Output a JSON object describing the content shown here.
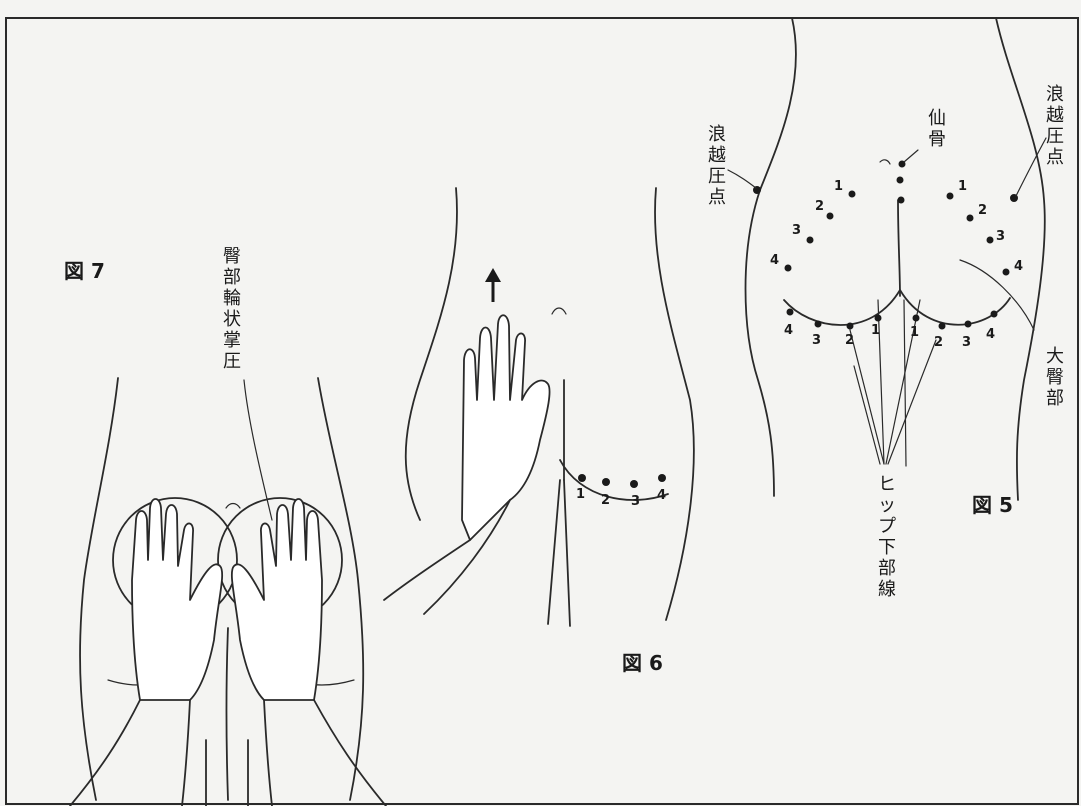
{
  "figures": {
    "fig7": "図 7",
    "fig6": "図 6",
    "fig5": "図 5"
  },
  "labels": {
    "buttocks_circular_palm_press": [
      "臀",
      "部",
      "輪",
      "状",
      "掌",
      "圧"
    ],
    "namikoshi_left": [
      "浪",
      "越",
      "圧",
      "点"
    ],
    "namikoshi_right": [
      "浪",
      "越",
      "圧",
      "点"
    ],
    "sacrum": [
      "仙",
      "骨"
    ],
    "gluteus_maximus": [
      "大",
      "臀",
      "部"
    ],
    "hip_lower_line": [
      "ヒ",
      "ッ",
      "プ",
      "下",
      "部",
      "線"
    ]
  },
  "point_numbers": {
    "fig6_bottom": [
      "1",
      "2",
      "3",
      "4"
    ],
    "fig5_upper_left": [
      "1",
      "2",
      "3",
      "4"
    ],
    "fig5_upper_right": [
      "1",
      "2",
      "3",
      "4"
    ],
    "fig5_bottom_left": [
      "4",
      "3",
      "2",
      "1"
    ],
    "fig5_bottom_right": [
      "1",
      "2",
      "3",
      "4"
    ]
  },
  "icons": {
    "direction_arrow": "up-arrow-icon",
    "rotation_arrows": "circular-arrow-icon"
  }
}
